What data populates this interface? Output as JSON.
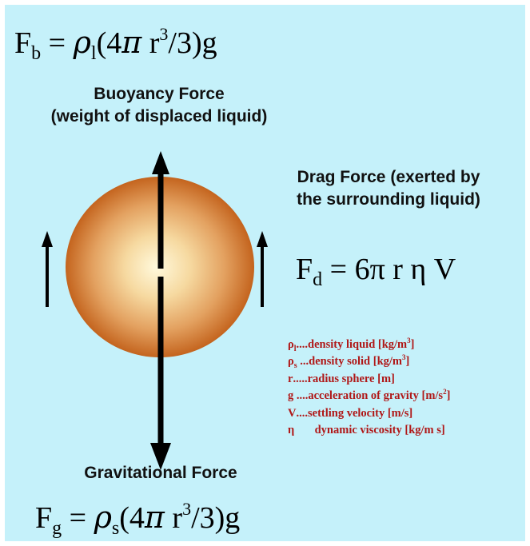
{
  "equations": {
    "buoyancy": {
      "lhs": "F",
      "lhs_sub": "b",
      "rho_sub": "l"
    },
    "drag": {
      "lhs": "F",
      "lhs_sub": "d",
      "rhs": "= 6π r η V"
    },
    "gravity": {
      "lhs": "F",
      "lhs_sub": "g",
      "rho_sub": "s"
    }
  },
  "labels": {
    "buoyancy_line1": "Buoyancy Force",
    "buoyancy_line2": "(weight of displaced liquid)",
    "drag_line1": "Drag Force (exerted by",
    "drag_line2": "the surrounding liquid)",
    "gravity": "Gravitational Force"
  },
  "legend": [
    {
      "symbol": "ρ",
      "symbol_sub": "l",
      "text": "....density liquid [kg/m",
      "text_sup": "3",
      "text_end": "]"
    },
    {
      "symbol": "ρ",
      "symbol_sub": "s",
      "text": " ...density solid [kg/m",
      "text_sup": "3",
      "text_end": "]"
    },
    {
      "symbol": "r",
      "symbol_sub": "",
      "text": ".....radius sphere [m]",
      "text_sup": "",
      "text_end": ""
    },
    {
      "symbol": "g",
      "symbol_sub": "",
      "text": " ....acceleration of gravity [m/s",
      "text_sup": "2",
      "text_end": "]"
    },
    {
      "symbol": "V",
      "symbol_sub": "",
      "text": "....settling velocity [m/s]",
      "text_sup": "",
      "text_end": ""
    },
    {
      "symbol": "η",
      "symbol_sub": "",
      "text": "       dynamic viscosity [kg/m s]",
      "text_sup": "",
      "text_end": ""
    }
  ],
  "colors": {
    "background": "#c5f1fa",
    "sphere_center": "#fff8d6",
    "sphere_edge": "#c96a22",
    "legend_text": "#b01818"
  }
}
